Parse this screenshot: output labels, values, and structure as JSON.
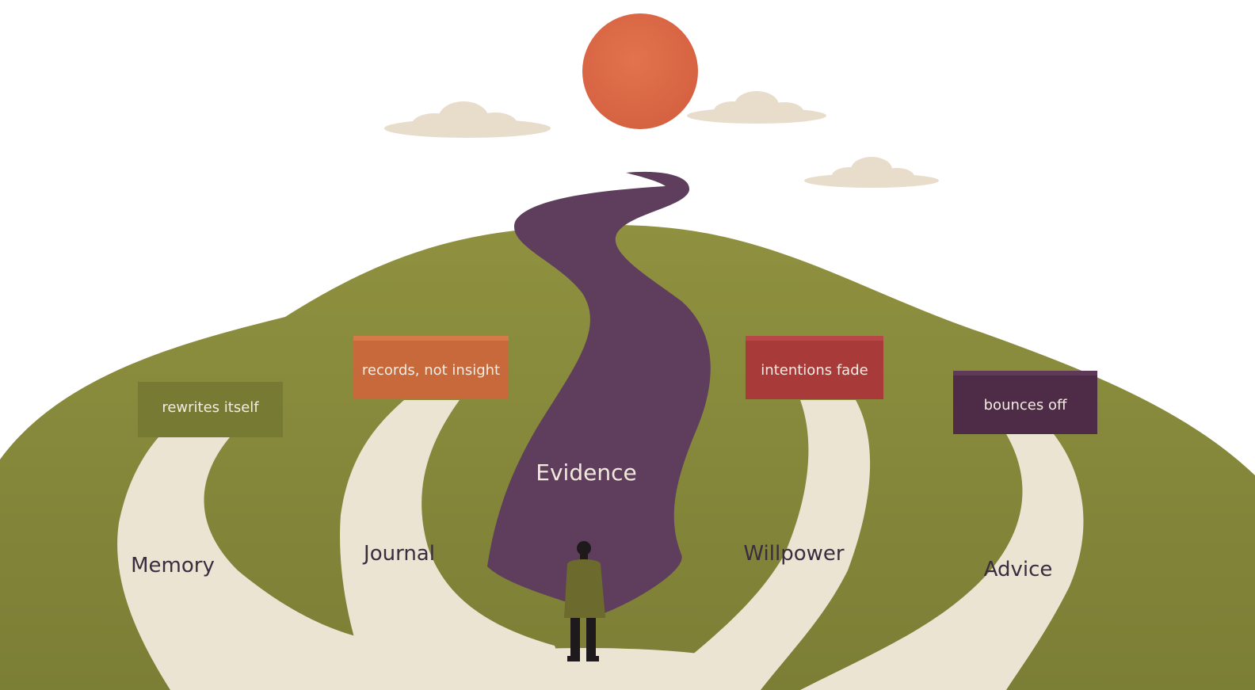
{
  "paths": {
    "memory": "Memory",
    "journal": "Journal",
    "evidence": "Evidence",
    "willpower": "Willpower",
    "advice": "Advice"
  },
  "signs": {
    "memory": "rewrites itself",
    "journal": "records, not insight",
    "willpower": "intentions fade",
    "advice": "bounces off"
  },
  "colors": {
    "sun": "#dd6a48",
    "hill": "#8a8c3c",
    "hill_dark": "#6f7230",
    "side_path": "#ece4d3",
    "main_path": "#5e3e5c",
    "cloud": "#e8dccb",
    "sign_memory": "#767a32",
    "sign_journal": "#c7693a",
    "sign_willpower": "#a83a3a",
    "sign_advice": "#4e2c48"
  }
}
